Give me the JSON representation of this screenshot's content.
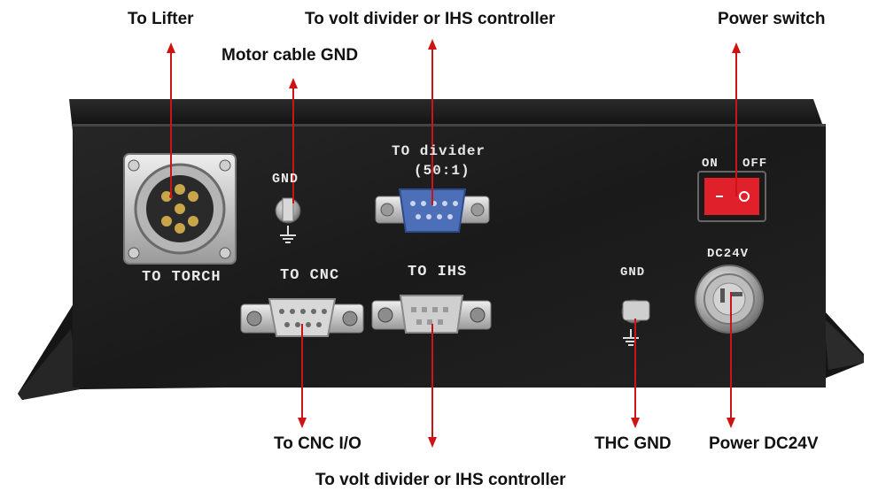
{
  "callouts": {
    "to_lifter": "To Lifter",
    "motor_cable_gnd": "Motor cable GND",
    "volt_divider_top": "To volt divider or IHS controller",
    "power_switch": "Power switch",
    "to_cnc_io": "To CNC I/O",
    "volt_divider_bottom": "To volt divider or IHS controller",
    "thc_gnd": "THC GND",
    "power_dc24v": "Power DC24V"
  },
  "panel_labels": {
    "gnd_left": "GND",
    "to_divider": "TO divider",
    "ratio": "(50:1)",
    "on": "ON",
    "off": "OFF",
    "to_torch": "TO TORCH",
    "to_cnc": "TO CNC",
    "to_ihs": "TO IHS",
    "gnd_right": "GND",
    "dc24v": "DC24V"
  },
  "colors": {
    "arrow": "#cc1414",
    "box_body": "#1c1c1c",
    "switch_red": "#e0202a"
  }
}
